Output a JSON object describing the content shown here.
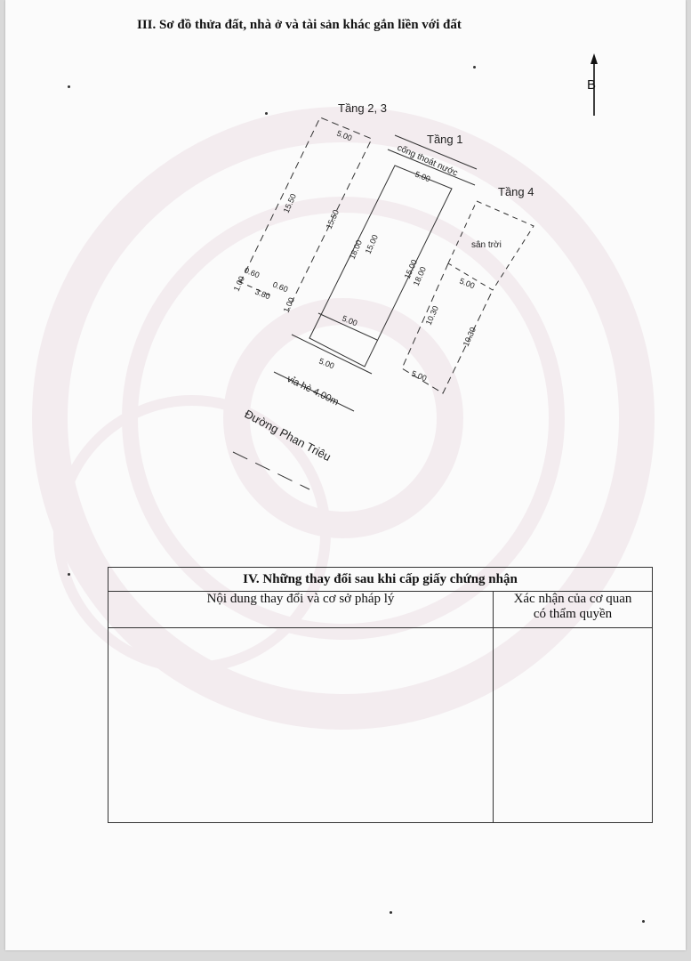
{
  "section_iii": {
    "title": "III. Sơ đồ thửa đất, nhà ở và tài sản khác gắn liền với đất"
  },
  "plan": {
    "north_label": "B",
    "floors": {
      "floor_2_3": "Tầng 2, 3",
      "floor_1": "Tầng 1",
      "floor_4": "Tầng 4"
    },
    "labels": {
      "drain": "cống thoát nước",
      "terrace": "sân trời",
      "sidewalk": "vỉa hè 4.00m",
      "street": "Đường Phan Triêu"
    },
    "dimensions": {
      "f23_top": "5.00",
      "f23_left": "15.50",
      "f23_right": "15.50",
      "f23_offset_a": "0.60",
      "f23_offset_b": "0.60",
      "f23_edge_a": "1.00",
      "f23_edge_b": "1.00",
      "f23_bottom": "3.80",
      "f1_top": "5.00",
      "f1_left_outer": "18.00",
      "f1_left_inner": "15.00",
      "f1_right_inner": "15.00",
      "f1_right_outer": "18.00",
      "f1_inner_bottom": "5.00",
      "f1_bottom": "5.00",
      "f4_top": "5.00",
      "f4_left": "10.30",
      "f4_right": "10.30",
      "f4_bottom": "5.00"
    }
  },
  "section_iv": {
    "title": "IV. Những thay đổi sau khi cấp giấy chứng nhận",
    "col_content": "Nội dung thay đổi và cơ sở pháp lý",
    "col_confirm_line1": "Xác nhận của cơ quan",
    "col_confirm_line2": "có thẩm quyền"
  }
}
